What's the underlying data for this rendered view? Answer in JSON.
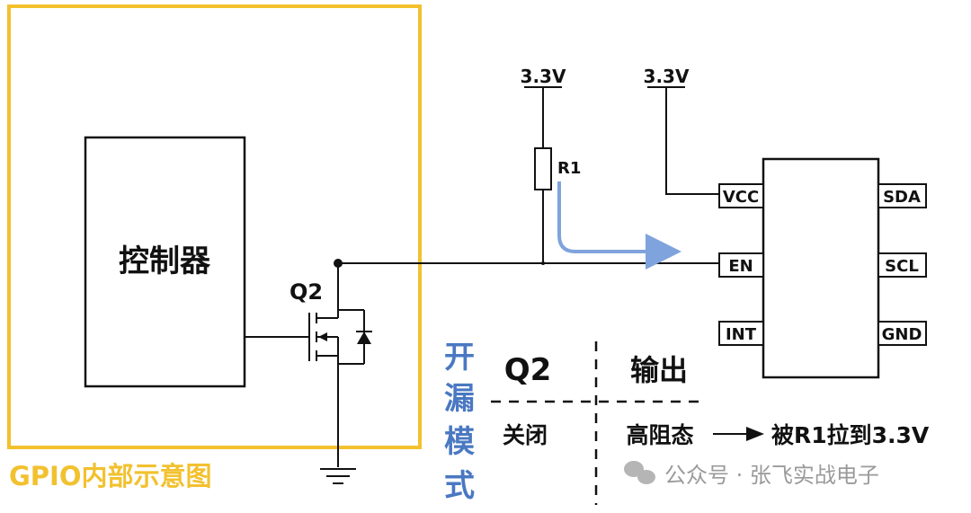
{
  "gpio_box_label": "GPIO内部示意图",
  "controller_label": "控制器",
  "transistor_label": "Q2",
  "resistor_label": "R1",
  "supply_left": "3.3V",
  "supply_right": "3.3V",
  "chip_pins": {
    "left": [
      "VCC",
      "EN",
      "INT"
    ],
    "right": [
      "SDA",
      "SCL",
      "GND"
    ]
  },
  "mode_title": [
    "开",
    "漏",
    "模",
    "式"
  ],
  "table": {
    "header_q2": "Q2",
    "header_output": "输出",
    "row_q2": "关闭",
    "row_output": "高阻态",
    "row_result": "被R1拉到3.3V"
  },
  "watermark": "公众号 · 张飞实战电子",
  "colors": {
    "gpio_border": "#F2C12E",
    "gpio_label": "#F2C12E",
    "mode_title": "#4A78C2",
    "current_arrow": "#7FA3DC",
    "lines": "#111111"
  }
}
